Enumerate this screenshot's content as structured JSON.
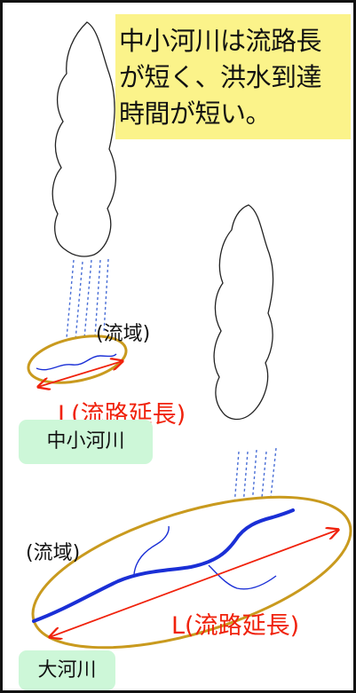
{
  "callout": {
    "line1": "中小河川は流路長",
    "line2": "が短く、洪水到達",
    "line3": "時間が短い。"
  },
  "small_river": {
    "basin_label": "(流域)",
    "length_label": "L(流路延長)",
    "name": "中小河川"
  },
  "large_river": {
    "basin_label": "(流域)",
    "length_label": "L(流路延長)",
    "name": "大河川"
  },
  "colors": {
    "callout_bg": "#fbf38a",
    "basin_outline": "#c99a1e",
    "river": "#1a2fd6",
    "arrow": "#f0220c",
    "rain": "#4a6fd6",
    "tag_bg": "#cdf7d8"
  }
}
